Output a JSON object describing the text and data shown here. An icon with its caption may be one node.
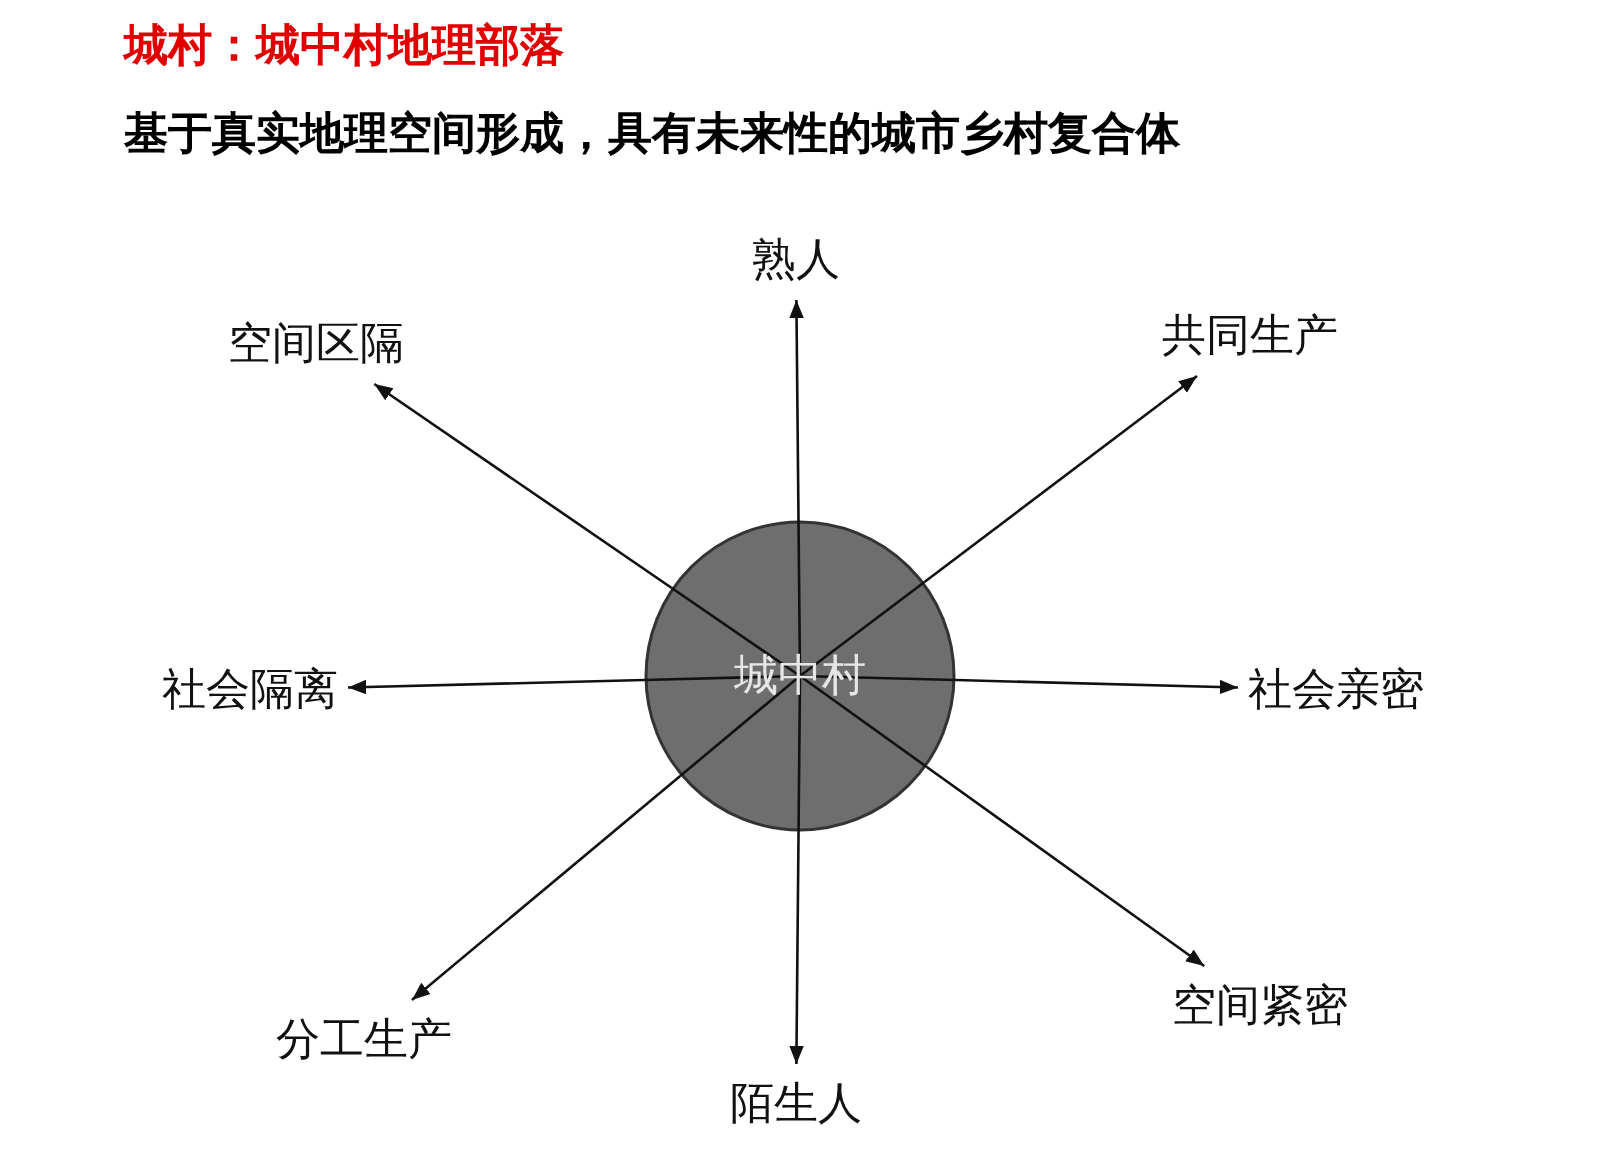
{
  "diagram": {
    "title": "城村：城中村地理部落",
    "nodes": [
      {
        "text": [
          "城中村"
        ]
      },
      {
        "text": [
          "熟人"
        ]
      },
      {
        "text": [
          "共同生产"
        ]
      },
      {
        "text": [
          "社会亲密"
        ]
      },
      {
        "text": [
          "空间紧密"
        ]
      },
      {
        "text": [
          "陌生人"
        ]
      },
      {
        "text": [
          "分工生产"
        ]
      },
      {
        "text": [
          "社会隔离"
        ]
      },
      {
        "text": [
          "空间区隔"
        ]
      }
    ],
    "edges": [
      {
        "from": 0,
        "to": 1,
        "arrow": "to"
      },
      {
        "from": 0,
        "to": 2,
        "arrow": "to"
      },
      {
        "from": 0,
        "to": 3,
        "arrow": "to"
      },
      {
        "from": 0,
        "to": 4,
        "arrow": "to"
      },
      {
        "from": 0,
        "to": 5,
        "arrow": "to"
      },
      {
        "from": 0,
        "to": 6,
        "arrow": "to"
      },
      {
        "from": 0,
        "to": 7,
        "arrow": "to"
      },
      {
        "from": 0,
        "to": 8,
        "arrow": "to"
      }
    ],
    "labels": [
      "基于真实地理空间形成，具有未来性的城市乡村复合体"
    ]
  }
}
